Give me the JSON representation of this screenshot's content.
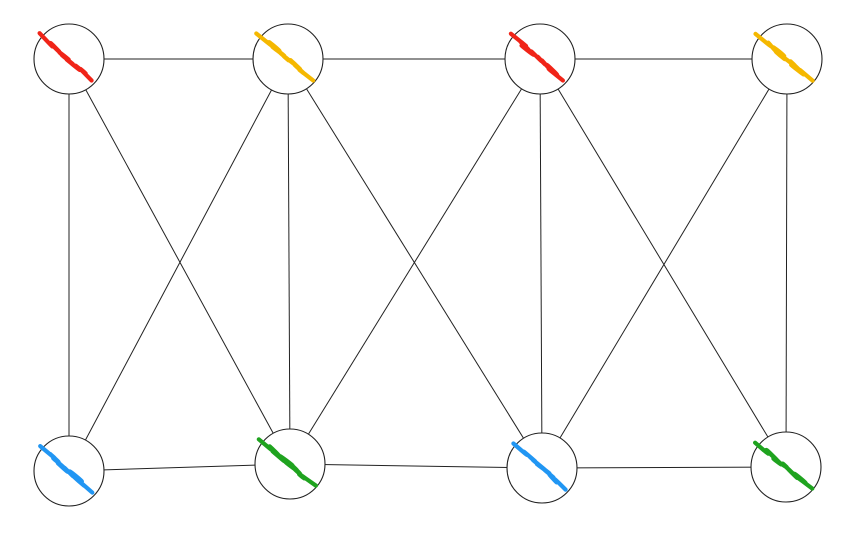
{
  "colors": {
    "red": "#f02418",
    "yellow": "#f5b800",
    "blue": "#2196f3",
    "green": "#1fa31f",
    "line": "#222222"
  },
  "nodes": [
    {
      "id": "t1",
      "color": "red"
    },
    {
      "id": "t2",
      "color": "yellow"
    },
    {
      "id": "t3",
      "color": "red"
    },
    {
      "id": "t4",
      "color": "yellow"
    },
    {
      "id": "b1",
      "color": "blue"
    },
    {
      "id": "b2",
      "color": "green"
    },
    {
      "id": "b3",
      "color": "blue"
    },
    {
      "id": "b4",
      "color": "green"
    }
  ],
  "edges": [
    [
      "t1",
      "t2"
    ],
    [
      "t2",
      "t3"
    ],
    [
      "t3",
      "t4"
    ],
    [
      "b1",
      "b2"
    ],
    [
      "b2",
      "b3"
    ],
    [
      "b3",
      "b4"
    ],
    [
      "t1",
      "b1"
    ],
    [
      "t1",
      "b2"
    ],
    [
      "t2",
      "b1"
    ],
    [
      "t2",
      "b2"
    ],
    [
      "t2",
      "b3"
    ],
    [
      "t3",
      "b2"
    ],
    [
      "t3",
      "b3"
    ],
    [
      "t3",
      "b4"
    ],
    [
      "t4",
      "b3"
    ],
    [
      "t4",
      "b4"
    ]
  ]
}
